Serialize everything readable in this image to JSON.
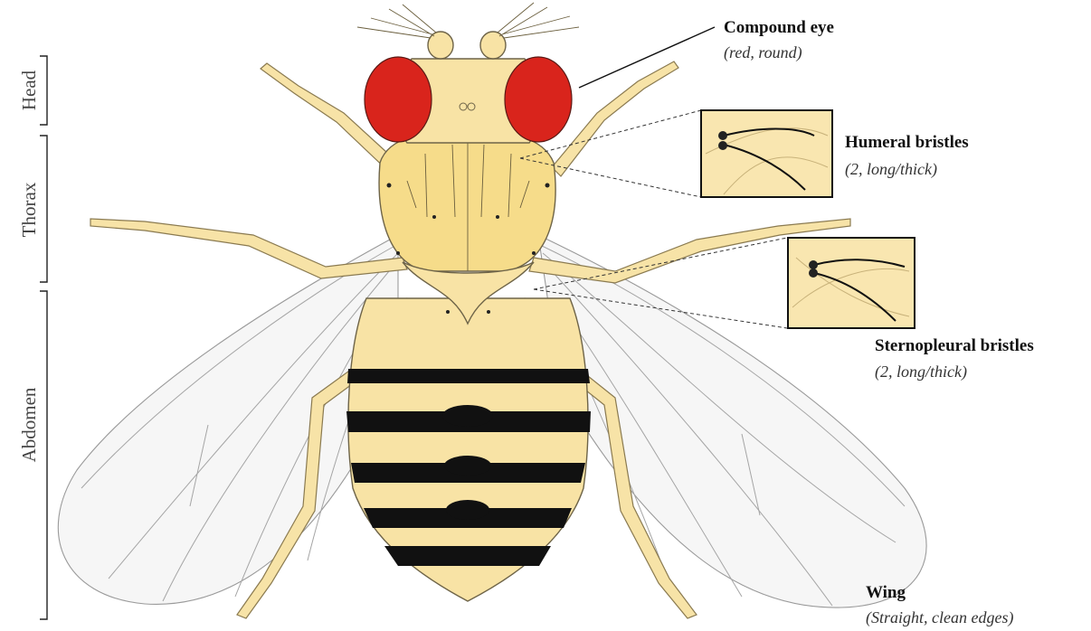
{
  "regions": {
    "head": "Head",
    "thorax": "Thorax",
    "abdomen": "Abdomen"
  },
  "labels": {
    "compound_eye": {
      "title": "Compound eye",
      "detail": "(red, round)"
    },
    "humeral": {
      "title": "Humeral bristles",
      "detail": "(2, long/thick)"
    },
    "sternopleural": {
      "title": "Sternopleural bristles",
      "detail": "(2, long/thick)"
    },
    "wing": {
      "title": "Wing",
      "detail": "(Straight, clean edges)"
    }
  },
  "colors": {
    "eye": "#d9241c",
    "body": "#f8e3a5",
    "stripe": "#111111"
  }
}
